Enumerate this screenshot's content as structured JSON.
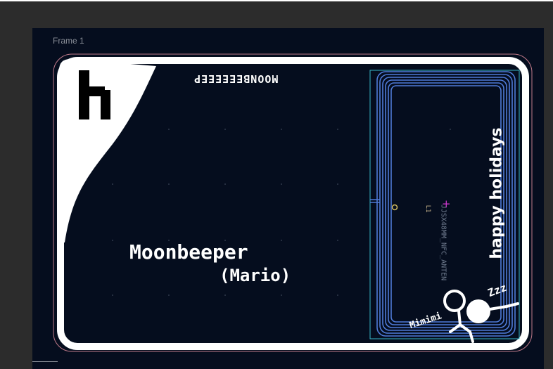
{
  "editor": {
    "frame_label": "Frame 1"
  },
  "board": {
    "mirrored_text": "MOONBEEEEEEP",
    "title": "Moonbeeper",
    "subtitle": "(Mario)",
    "vertical_text": "happy holidays",
    "antenna_label": "JJSX48MM_NFC_ANTEN",
    "ref_label": "L1",
    "mimimi": "Mimimi",
    "zzz": "Zzz"
  },
  "colors": {
    "canvas_bg": "#050d1e",
    "silkscreen": "#ffffff",
    "antenna_traces": "#4f7bd8",
    "outline": "#c07a8a",
    "cursor": "#d23ad2"
  },
  "icons": {
    "logo": "h-logo-icon",
    "cursor": "crosshair-plus-icon"
  }
}
